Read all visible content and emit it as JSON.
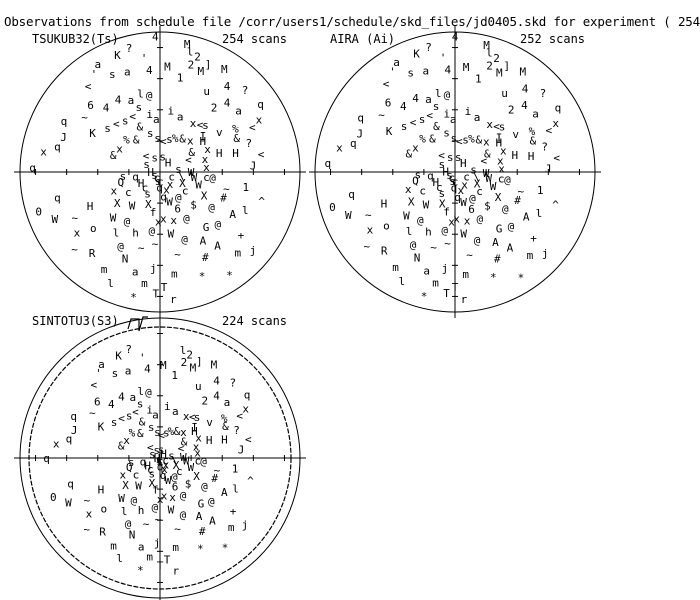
{
  "title": "Observations from schedule file /corr/users1/schedule/skd_files/jd0405.skd for experiment ( 254",
  "colors": {
    "ink": "#000000",
    "background": "#ffffff"
  },
  "chart_data": [
    {
      "type": "scatter",
      "station": "TSUKUB32(Ts)",
      "scans_label": "254 scans",
      "horizon_mask": false,
      "points": [
        {
          "az": -20,
          "el": 10,
          "s": "K"
        },
        {
          "az": -14,
          "el": 8,
          "s": "?"
        },
        {
          "az": -2,
          "el": 3,
          "s": "4"
        },
        {
          "az": 12,
          "el": 6,
          "s": "M"
        },
        {
          "az": 14,
          "el": 10,
          "s": "l"
        },
        {
          "az": 18,
          "el": 12,
          "s": "2"
        },
        {
          "az": 24,
          "el": 14,
          "s": "]"
        },
        {
          "az": 16,
          "el": 18,
          "s": "2"
        },
        {
          "az": 22,
          "el": 20,
          "s": "M"
        },
        {
          "az": 32,
          "el": 12,
          "s": "M"
        },
        {
          "az": 38,
          "el": 20,
          "s": "4"
        },
        {
          "az": 46,
          "el": 14,
          "s": "?"
        },
        {
          "az": 56,
          "el": 12,
          "s": "q"
        },
        {
          "az": 62,
          "el": 18,
          "s": "x"
        },
        {
          "az": 64,
          "el": 24,
          "s": "<"
        },
        {
          "az": 52,
          "el": 26,
          "s": "a"
        },
        {
          "az": 44,
          "el": 28,
          "s": "4"
        },
        {
          "az": -30,
          "el": 10,
          "s": "a"
        },
        {
          "az": -34,
          "el": 14,
          "s": "'"
        },
        {
          "az": -40,
          "el": 18,
          "s": "<"
        },
        {
          "az": -26,
          "el": 20,
          "s": "s"
        },
        {
          "az": -18,
          "el": 22,
          "s": "a"
        },
        {
          "az": -8,
          "el": 16,
          "s": "'"
        },
        {
          "az": -6,
          "el": 24,
          "s": "4"
        },
        {
          "az": 4,
          "el": 22,
          "s": "M"
        },
        {
          "az": 12,
          "el": 28,
          "s": "1"
        },
        {
          "az": 30,
          "el": 30,
          "s": "u"
        },
        {
          "az": 40,
          "el": 36,
          "s": "2"
        },
        {
          "az": 60,
          "el": 34,
          "s": "%"
        },
        {
          "az": 66,
          "el": 36,
          "s": "&"
        },
        {
          "az": 72,
          "el": 30,
          "s": "?"
        },
        {
          "az": 56,
          "el": 44,
          "s": "v"
        },
        {
          "az": 76,
          "el": 40,
          "s": "H"
        },
        {
          "az": -46,
          "el": 28,
          "s": "6"
        },
        {
          "az": -40,
          "el": 36,
          "s": "4"
        },
        {
          "az": -30,
          "el": 36,
          "s": "4"
        },
        {
          "az": -22,
          "el": 40,
          "s": "a"
        },
        {
          "az": -14,
          "el": 38,
          "s": "l"
        },
        {
          "az": -8,
          "el": 40,
          "s": "@"
        },
        {
          "az": -54,
          "el": 30,
          "s": "~"
        },
        {
          "az": -70,
          "el": 24,
          "s": "J"
        },
        {
          "az": -62,
          "el": 20,
          "s": "q"
        },
        {
          "az": -76,
          "el": 22,
          "s": "q"
        },
        {
          "az": -80,
          "el": 14,
          "s": "x"
        },
        {
          "az": -60,
          "el": 40,
          "s": "K"
        },
        {
          "az": -50,
          "el": 46,
          "s": "s"
        },
        {
          "az": -42,
          "el": 48,
          "s": "<"
        },
        {
          "az": -34,
          "el": 50,
          "s": "s"
        },
        {
          "az": -26,
          "el": 50,
          "s": "<"
        },
        {
          "az": -18,
          "el": 46,
          "s": "s"
        },
        {
          "az": -24,
          "el": 58,
          "s": "&"
        },
        {
          "az": -10,
          "el": 52,
          "s": "i"
        },
        {
          "az": -4,
          "el": 56,
          "s": "a"
        },
        {
          "az": 10,
          "el": 50,
          "s": "i"
        },
        {
          "az": 20,
          "el": 52,
          "s": "a"
        },
        {
          "az": 34,
          "el": 52,
          "s": "x"
        },
        {
          "az": 40,
          "el": 50,
          "s": "<"
        },
        {
          "az": 44,
          "el": 48,
          "s": "s"
        },
        {
          "az": 50,
          "el": 54,
          "s": "I"
        },
        {
          "az": 54,
          "el": 56,
          "s": "H"
        },
        {
          "az": 64,
          "el": 56,
          "s": "x"
        },
        {
          "az": 72,
          "el": 50,
          "s": "H"
        },
        {
          "az": 80,
          "el": 24,
          "s": "<"
        },
        {
          "az": -88,
          "el": 8,
          "s": "q"
        },
        {
          "az": -70,
          "el": 58,
          "s": "&"
        },
        {
          "az": -60,
          "el": 60,
          "s": "x"
        },
        {
          "az": -46,
          "el": 60,
          "s": "%"
        },
        {
          "az": -36,
          "el": 64,
          "s": "&"
        },
        {
          "az": -14,
          "el": 64,
          "s": "s"
        },
        {
          "az": -4,
          "el": 68,
          "s": "s"
        },
        {
          "az": 6,
          "el": 70,
          "s": "<"
        },
        {
          "az": 16,
          "el": 68,
          "s": "s"
        },
        {
          "az": 24,
          "el": 66,
          "s": "%"
        },
        {
          "az": 34,
          "el": 64,
          "s": "&"
        },
        {
          "az": 44,
          "el": 62,
          "s": "x"
        },
        {
          "az": 58,
          "el": 66,
          "s": "&"
        },
        {
          "az": 66,
          "el": 70,
          "s": "<"
        },
        {
          "az": 74,
          "el": 60,
          "s": "x"
        },
        {
          "az": 86,
          "el": 30,
          "s": "J"
        },
        {
          "az": -108,
          "el": 8,
          "s": "0"
        },
        {
          "az": -114,
          "el": 16,
          "s": "W"
        },
        {
          "az": -104,
          "el": 22,
          "s": "q"
        },
        {
          "az": -118,
          "el": 28,
          "s": "~"
        },
        {
          "az": -126,
          "el": 24,
          "s": "x"
        },
        {
          "az": -130,
          "el": 34,
          "s": "o"
        },
        {
          "az": -116,
          "el": 40,
          "s": "H"
        },
        {
          "az": -134,
          "el": 48,
          "s": "W"
        },
        {
          "az": -144,
          "el": 42,
          "s": "l"
        },
        {
          "az": -152,
          "el": 36,
          "s": "@"
        },
        {
          "az": -158,
          "el": 30,
          "s": "N"
        },
        {
          "az": -166,
          "el": 24,
          "s": "a"
        },
        {
          "az": -172,
          "el": 18,
          "s": "m"
        },
        {
          "az": -176,
          "el": 28,
          "s": "j"
        },
        {
          "az": -178,
          "el": 12,
          "s": "T"
        },
        {
          "az": -168,
          "el": 8,
          "s": "*"
        },
        {
          "az": -156,
          "el": 12,
          "s": "l"
        },
        {
          "az": -150,
          "el": 18,
          "s": "m"
        },
        {
          "az": -140,
          "el": 22,
          "s": "R"
        },
        {
          "az": -132,
          "el": 16,
          "s": "~"
        },
        {
          "az": -126,
          "el": 56,
          "s": "X"
        },
        {
          "az": -112,
          "el": 58,
          "s": "x"
        },
        {
          "az": -104,
          "el": 64,
          "s": "Q"
        },
        {
          "az": -122,
          "el": 66,
          "s": "c"
        },
        {
          "az": -140,
          "el": 62,
          "s": "W"
        },
        {
          "az": -146,
          "el": 52,
          "s": "@"
        },
        {
          "az": -158,
          "el": 48,
          "s": "h"
        },
        {
          "az": -166,
          "el": 40,
          "s": "~"
        },
        {
          "az": -172,
          "el": 52,
          "s": "@"
        },
        {
          "az": -178,
          "el": 58,
          "s": "x"
        },
        {
          "az": -176,
          "el": 44,
          "s": "~"
        },
        {
          "az": -170,
          "el": 64,
          "s": "f"
        },
        {
          "az": -160,
          "el": 68,
          "s": "X"
        },
        {
          "az": -150,
          "el": 74,
          "s": "s"
        },
        {
          "az": -136,
          "el": 76,
          "s": "c"
        },
        {
          "az": -120,
          "el": 76,
          "s": "H"
        },
        {
          "az": -100,
          "el": 74,
          "s": "q"
        },
        {
          "az": -96,
          "el": 66,
          "s": "s"
        },
        {
          "az": 176,
          "el": 60,
          "s": "x"
        },
        {
          "az": 170,
          "el": 50,
          "s": "W"
        },
        {
          "az": 164,
          "el": 58,
          "s": "x"
        },
        {
          "az": 160,
          "el": 44,
          "s": "@"
        },
        {
          "az": 168,
          "el": 36,
          "s": "~"
        },
        {
          "az": 172,
          "el": 24,
          "s": "m"
        },
        {
          "az": 178,
          "el": 16,
          "s": "T"
        },
        {
          "az": 174,
          "el": 8,
          "s": "r"
        },
        {
          "az": 158,
          "el": 18,
          "s": "*"
        },
        {
          "az": 152,
          "el": 28,
          "s": "#"
        },
        {
          "az": 148,
          "el": 38,
          "s": "A"
        },
        {
          "az": 142,
          "el": 30,
          "s": "A"
        },
        {
          "az": 136,
          "el": 18,
          "s": "m"
        },
        {
          "az": 128,
          "el": 24,
          "s": "+"
        },
        {
          "az": 130,
          "el": 12,
          "s": "j"
        },
        {
          "az": 146,
          "el": 10,
          "s": "*"
        },
        {
          "az": 140,
          "el": 44,
          "s": "G"
        },
        {
          "az": 132,
          "el": 40,
          "s": "@"
        },
        {
          "az": 124,
          "el": 50,
          "s": "@"
        },
        {
          "az": 118,
          "el": 58,
          "s": "X"
        },
        {
          "az": 112,
          "el": 46,
          "s": "#"
        },
        {
          "az": 120,
          "el": 36,
          "s": "A"
        },
        {
          "az": 114,
          "el": 30,
          "s": "l"
        },
        {
          "az": 106,
          "el": 22,
          "s": "^"
        },
        {
          "az": 100,
          "el": 34,
          "s": "1"
        },
        {
          "az": 104,
          "el": 46,
          "s": "~"
        },
        {
          "az": 96,
          "el": 56,
          "s": "@"
        },
        {
          "az": 108,
          "el": 64,
          "s": "W"
        },
        {
          "az": 98,
          "el": 68,
          "s": "W"
        },
        {
          "az": 154,
          "el": 64,
          "s": "6"
        },
        {
          "az": 144,
          "el": 70,
          "s": "@"
        },
        {
          "az": 134,
          "el": 60,
          "s": "$"
        },
        {
          "az": 126,
          "el": 70,
          "s": "c"
        },
        {
          "az": 116,
          "el": 74,
          "s": "X"
        },
        {
          "az": 150,
          "el": 56,
          "s": "@"
        },
        {
          "az": 162,
          "el": 70,
          "s": "W"
        },
        {
          "az": 172,
          "el": 74,
          "s": "q"
        },
        {
          "az": 178,
          "el": 84,
          "s": "c"
        },
        {
          "az": -178,
          "el": 80,
          "s": "q"
        },
        {
          "az": -168,
          "el": 84,
          "s": "s"
        },
        {
          "az": -150,
          "el": 86,
          "s": "c"
        },
        {
          "az": -120,
          "el": 86,
          "s": "s"
        },
        {
          "az": -90,
          "el": 84,
          "s": "H"
        },
        {
          "az": -60,
          "el": 80,
          "s": "s"
        },
        {
          "az": -40,
          "el": 76,
          "s": "<"
        },
        {
          "az": -20,
          "el": 80,
          "s": "s"
        },
        {
          "az": 10,
          "el": 80,
          "s": "s"
        },
        {
          "az": 40,
          "el": 82,
          "s": "H"
        },
        {
          "az": 80,
          "el": 78,
          "s": "s"
        },
        {
          "az": 110,
          "el": 82,
          "s": "c"
        },
        {
          "az": 140,
          "el": 80,
          "s": "x"
        },
        {
          "az": 160,
          "el": 78,
          "s": "x"
        },
        {
          "az": 100,
          "el": 76,
          "s": "\\"
        },
        {
          "az": 90,
          "el": 70,
          "s": "W"
        },
        {
          "az": 84,
          "el": 60,
          "s": "x"
        },
        {
          "az": 96,
          "el": 60,
          "s": "c"
        }
      ]
    },
    {
      "type": "scatter",
      "station": "AIRA (Ai)",
      "scans_label": "252 scans",
      "horizon_mask": false,
      "reuse_points_from": 0,
      "az_shift": 2,
      "el_shift": 0
    },
    {
      "type": "scatter",
      "station": "SINTOTU3(S3)",
      "scans_label": "224 scans",
      "horizon_mask": true,
      "reuse_points_from": 0,
      "az_shift": -2,
      "el_shift": 4,
      "min_elevation": 12
    }
  ]
}
